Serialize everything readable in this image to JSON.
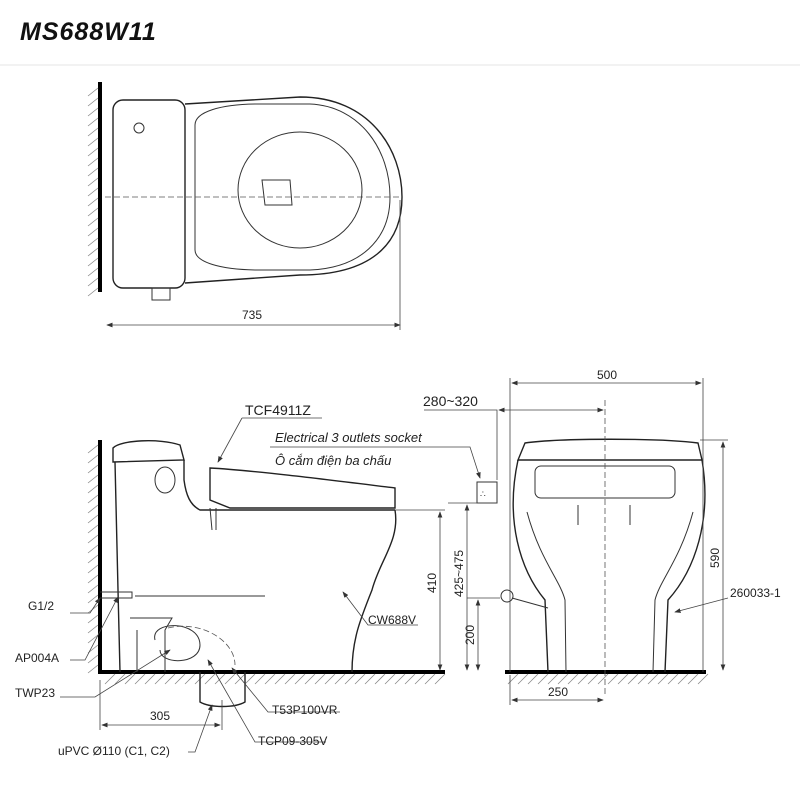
{
  "title": "MS688W11",
  "top_view": {
    "width_dim": "735"
  },
  "side_view": {
    "seat_model": "TCF4911Z",
    "socket_en": "Electrical 3 outlets socket",
    "socket_vi": "Ô cắm điện ba chấu",
    "g12": "G1/2",
    "ap004a": "AP004A",
    "twp23": "TWP23",
    "t53p100vr": "T53P100VR",
    "tcp09": "TCP09-305V",
    "upvc": "uPVC Ø110 (C1, C2)",
    "rough_in": "305",
    "bowl_model": "CW688V",
    "height_410": "410",
    "height_socket": "425~475",
    "height_200": "200"
  },
  "front_view": {
    "width_500": "500",
    "offset_280_320": "280~320",
    "height_590": "590",
    "half_250": "250",
    "valve_model": "260033-1"
  }
}
